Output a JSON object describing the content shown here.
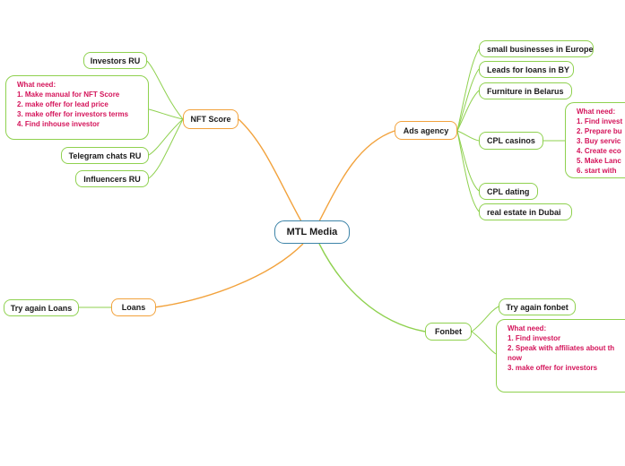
{
  "central": "MTL Media",
  "nft_score": {
    "label": "NFT Score",
    "investors": "Investors RU",
    "telegram": "Telegram chats RU",
    "influencers": "Influencers RU",
    "note": [
      "What need:",
      "1. Make manual for NFT Score",
      "2. make offer for lead price",
      "3. make offer for investors terms",
      "4. Find inhouse investor"
    ]
  },
  "ads_agency": {
    "label": "Ads agency",
    "small_businesses": "small businesses in Europe",
    "leads_loans": "Leads for loans in BY",
    "furniture": "Furniture in Belarus",
    "cpl_casinos": "CPL casinos",
    "cpl_dating": "CPL dating",
    "real_estate": "real estate in Dubai",
    "note": [
      "What need:",
      "1. Find invest",
      "2. Prepare bu",
      "3. Buy servic",
      "4. Create eco",
      "5. Make Lanc",
      "6. start with"
    ]
  },
  "loans": {
    "label": "Loans",
    "try_again": "Try again Loans"
  },
  "fonbet": {
    "label": "Fonbet",
    "try_again": "Try again fonbet",
    "note": [
      "What need:",
      "1. Find investor",
      "2. Speak with affiliates about th",
      "now",
      "3. make offer for investors"
    ]
  },
  "colors": {
    "orange": "#f2a23c",
    "green": "#8fd14f",
    "central_border": "#3d84a8",
    "note_text": "#d4145a"
  }
}
